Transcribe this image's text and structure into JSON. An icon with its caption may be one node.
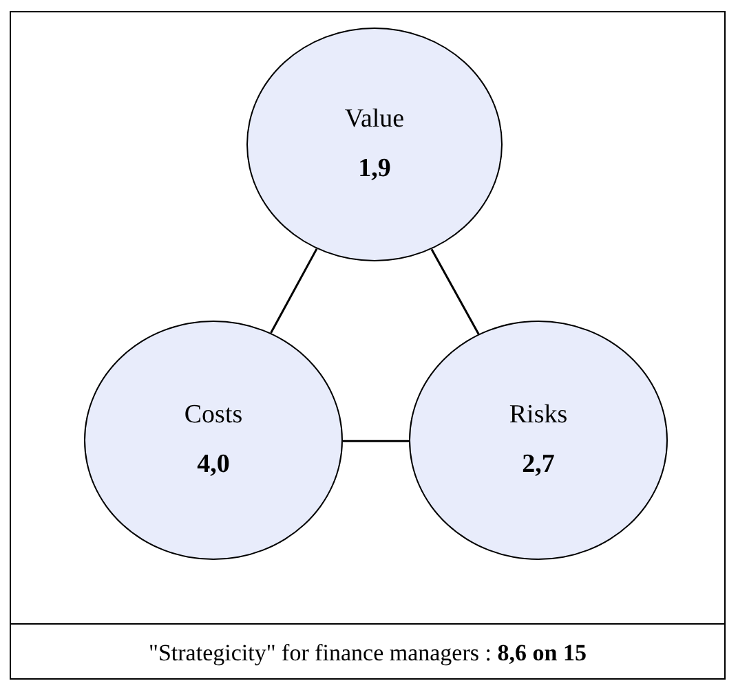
{
  "diagram": {
    "caption": "\"Strategicity\" for finance managers : **8,6 on 15**",
    "nodes": [
      {
        "text": [
          "Value",
          "1,9"
        ]
      },
      {
        "text": [
          "Costs",
          "4,0"
        ]
      },
      {
        "text": [
          "Risks",
          "2,7"
        ]
      }
    ],
    "edges": [
      {
        "from": 0,
        "to": 1,
        "arrow": "none"
      },
      {
        "from": 0,
        "to": 2,
        "arrow": "none"
      },
      {
        "from": 1,
        "to": 2,
        "arrow": "none"
      }
    ]
  }
}
